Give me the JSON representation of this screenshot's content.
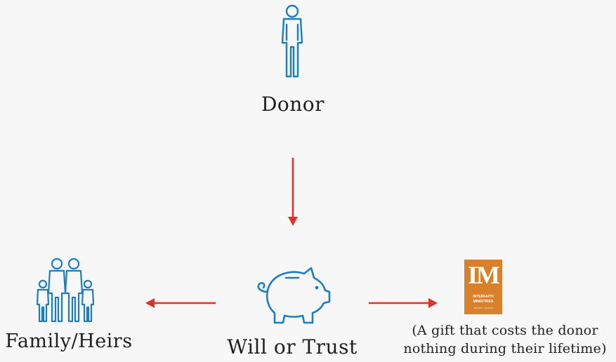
{
  "labels": {
    "donor": "Donor",
    "family": "Family/Heirs",
    "will_or_trust": "Will or Trust",
    "gift_note_line1": "(A gift that costs the donor",
    "gift_note_line2": "nothing during their lifetime)"
  },
  "logo": {
    "mark": "IM",
    "line1": "INTERFAITH",
    "line2": "MINISTRIES",
    "line3": "WICHITA · KANSAS"
  },
  "icons": {
    "donor": "person-icon",
    "family": "family-icon",
    "will_or_trust": "piggy-bank-icon",
    "organization": "interfaith-ministries-logo"
  },
  "colors": {
    "icon": "#1b7ec2",
    "arrow": "#e0302a",
    "logo": "#d9802b",
    "background": "#f7f7f7"
  }
}
